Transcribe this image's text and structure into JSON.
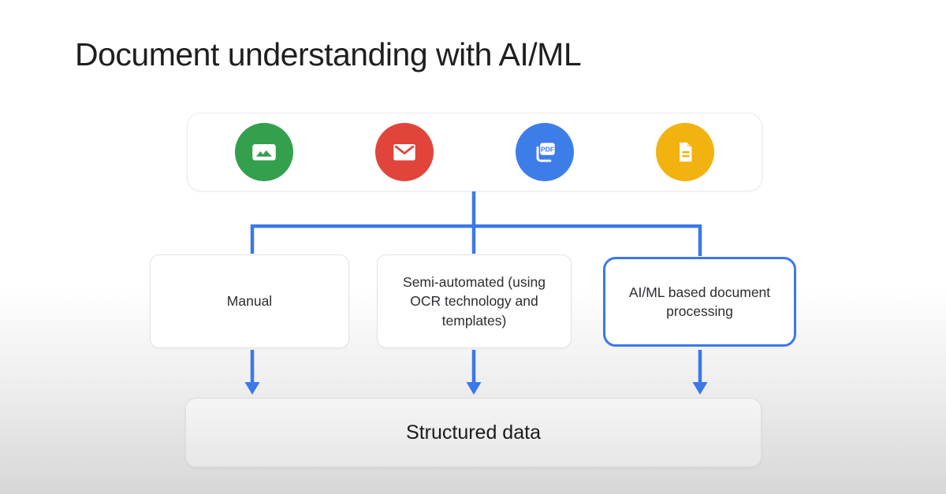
{
  "title": "Document understanding with AI/ML",
  "colors": {
    "accent_blue": "#3b78e8",
    "image_green": "#34a04e",
    "email_red": "#e1443a",
    "pdf_blue": "#3d7de8",
    "doc_yellow": "#f2b210",
    "text_dark": "#1e1f21"
  },
  "sources": {
    "items": [
      {
        "name": "image",
        "icon": "image-icon",
        "color": "#34a04e"
      },
      {
        "name": "email",
        "icon": "email-icon",
        "color": "#e1443a"
      },
      {
        "name": "pdf",
        "icon": "pdf-icon",
        "color": "#3d7de8"
      },
      {
        "name": "document",
        "icon": "document-icon",
        "color": "#f2b210"
      }
    ],
    "pdf_badge_label": "PDF"
  },
  "methods": [
    {
      "label": "Manual",
      "highlighted": false
    },
    {
      "label": "Semi-automated (using OCR technology and templates)",
      "highlighted": false
    },
    {
      "label": "AI/ML based document processing",
      "highlighted": true
    }
  ],
  "output": {
    "label": "Structured data"
  }
}
